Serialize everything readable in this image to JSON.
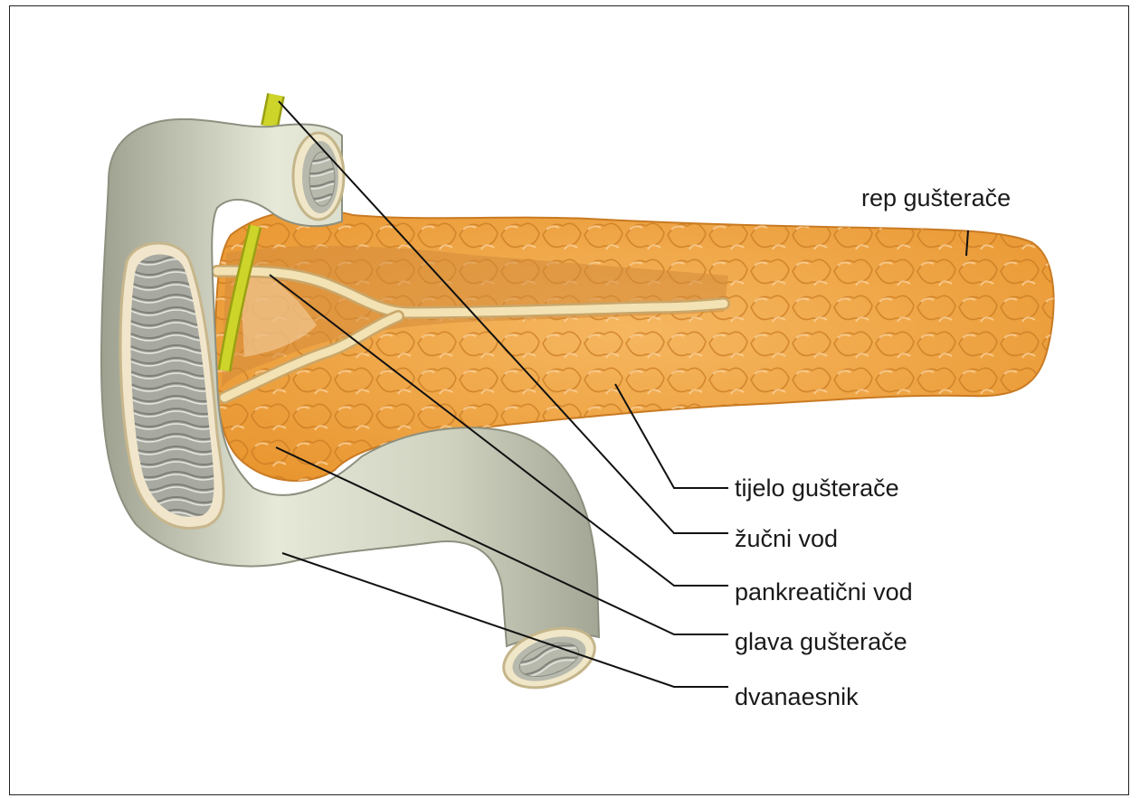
{
  "labels": {
    "tail": "rep gušterače",
    "body": "tijelo gušterače",
    "bile_duct": "žučni vod",
    "pancreatic_duct": "pankreatični vod",
    "head": "glava gušterače",
    "duodenum": "dvanaesnik"
  },
  "colors": {
    "pancreas_fill": "#f0a445",
    "pancreas_dark": "#d98a2c",
    "pancreas_light": "#f8c785",
    "duct": "#f1dca6",
    "bile_duct": "#c8cf1e",
    "duodenum": "#d3d6c3",
    "duodenum_inner": "#a9aca3",
    "line": "#111111"
  }
}
